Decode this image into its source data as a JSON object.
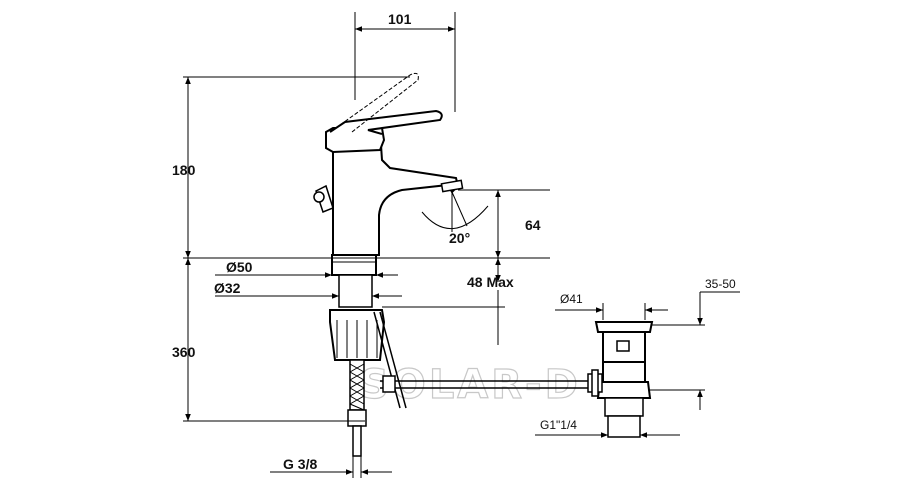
{
  "dimensions": {
    "width_top": "101",
    "height_upper": "180",
    "height_lower": "360",
    "spout_height": "64",
    "swivel_angle": "20°",
    "base_diameter": "Ø50",
    "hole_diameter": "Ø32",
    "max_thickness": "48 Max",
    "thread": "G 3/8",
    "drain_diameter": "Ø41",
    "drain_range": "35-50",
    "drain_thread": "G1\"1/4"
  },
  "watermark": "SOLAR-D"
}
